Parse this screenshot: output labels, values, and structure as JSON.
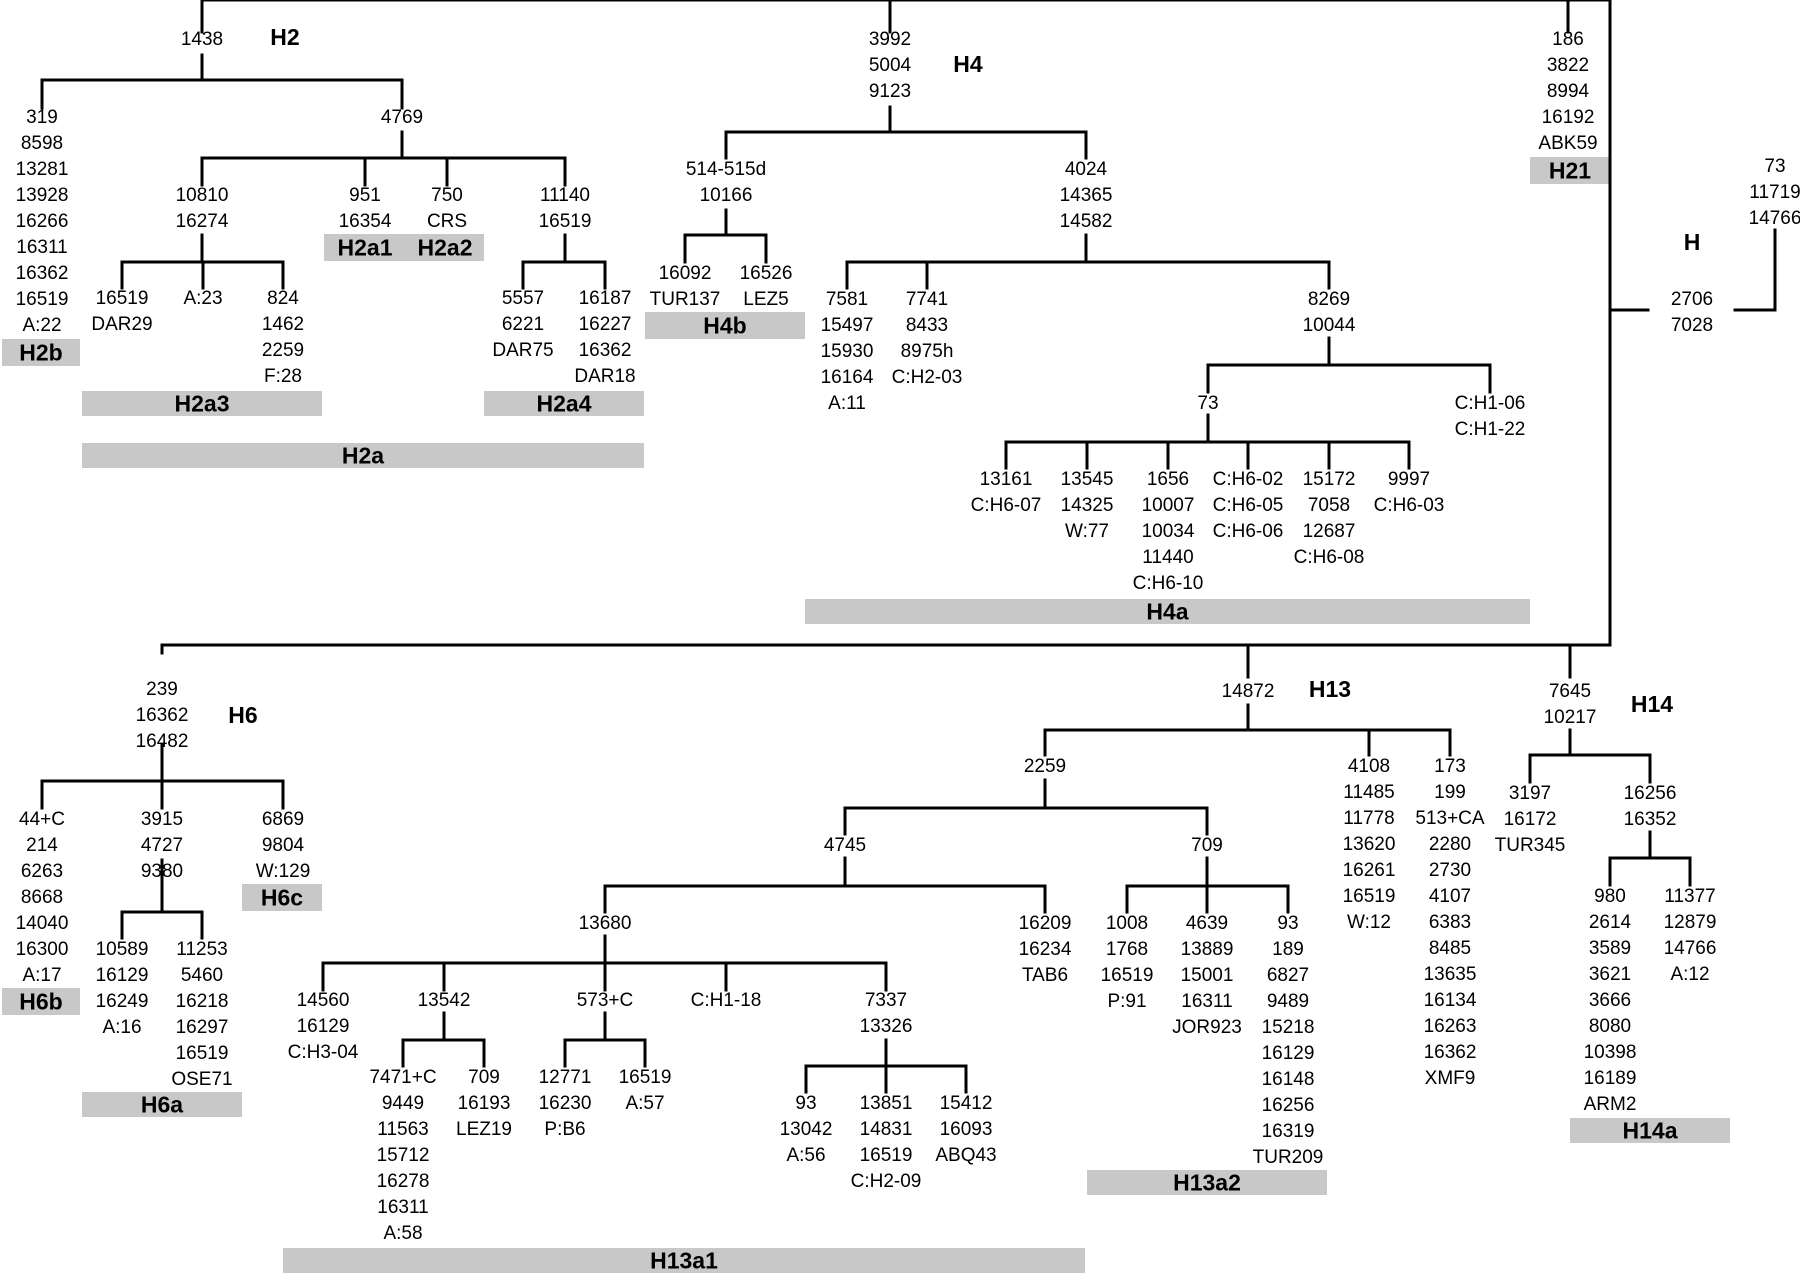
{
  "clades": {
    "H2": "H2",
    "H4": "H4",
    "H21": "H21",
    "H": "H",
    "H6": "H6",
    "H13": "H13",
    "H14": "H14",
    "H2b": "H2b",
    "H2a1": "H2a1",
    "H2a2": "H2a2",
    "H2a3": "H2a3",
    "H2a4": "H2a4",
    "H2a": "H2a",
    "H4b": "H4b",
    "H4a": "H4a",
    "H6b": "H6b",
    "H6a": "H6a",
    "H6c": "H6c",
    "H13a1": "H13a1",
    "H13a2": "H13a2",
    "H14a": "H14a"
  },
  "nodes": {
    "h2_root": [
      "1438"
    ],
    "h2b": [
      "319",
      "8598",
      "13281",
      "13928",
      "16266",
      "16311",
      "16362",
      "16519",
      "A:22"
    ],
    "h2a": [
      "4769"
    ],
    "h2a3_base": [
      "10810",
      "16274"
    ],
    "h2a3_l1": [
      "16519",
      "DAR29"
    ],
    "h2a3_l2": [
      "A:23"
    ],
    "h2a3_l3": [
      "824",
      "1462",
      "2259",
      "F:28"
    ],
    "h2a1": [
      "951",
      "16354"
    ],
    "h2a2": [
      "750",
      "CRS"
    ],
    "h2a4_base": [
      "11140",
      "16519"
    ],
    "h2a4_l1": [
      "5557",
      "6221",
      "DAR75"
    ],
    "h2a4_l2": [
      "16187",
      "16227",
      "16362",
      "DAR18"
    ],
    "h4_root": [
      "3992",
      "5004",
      "9123"
    ],
    "h4b_base": [
      "514-515d",
      "10166"
    ],
    "h4b_l1": [
      "16092",
      "TUR137"
    ],
    "h4b_l2": [
      "16526",
      "LEZ5"
    ],
    "h4a_base": [
      "4024",
      "14365",
      "14582"
    ],
    "h4a_l1": [
      "7581",
      "15497",
      "15930",
      "16164",
      "A:11"
    ],
    "h4a_l2": [
      "7741",
      "8433",
      "8975h",
      "C:H2-03"
    ],
    "h4a_8269": [
      "8269",
      "10044"
    ],
    "h4a_73": [
      "73"
    ],
    "h4a_c1": [
      "C:H1-06",
      "C:H1-22"
    ],
    "h4a_g1": [
      "13161",
      "C:H6-07"
    ],
    "h4a_g2": [
      "13545",
      "14325",
      "W:77"
    ],
    "h4a_g3": [
      "1656",
      "10007",
      "10034",
      "11440",
      "C:H6-10"
    ],
    "h4a_g4": [
      "C:H6-02",
      "C:H6-05",
      "C:H6-06"
    ],
    "h4a_g5": [
      "15172",
      "7058",
      "12687",
      "C:H6-08"
    ],
    "h4a_g6": [
      "9997",
      "C:H6-03"
    ],
    "h21": [
      "186",
      "3822",
      "8994",
      "16192",
      "ABK59"
    ],
    "h_root": [
      "2706",
      "7028"
    ],
    "out": [
      "73",
      "11719",
      "14766"
    ],
    "h6_root": [
      "239",
      "16362",
      "16482"
    ],
    "h6b": [
      "44+C",
      "214",
      "6263",
      "8668",
      "14040",
      "16300",
      "A:17"
    ],
    "h6a_base": [
      "3915",
      "4727",
      "9380"
    ],
    "h6a_l1": [
      "10589",
      "16129",
      "16249",
      "A:16"
    ],
    "h6a_l2": [
      "11253",
      "5460",
      "16218",
      "16297",
      "16519",
      "OSE71"
    ],
    "h6c": [
      "6869",
      "9804",
      "W:129"
    ],
    "h13_root": [
      "14872"
    ],
    "h13_2259": [
      "2259"
    ],
    "h13_4745": [
      "4745"
    ],
    "h13_13680": [
      "13680"
    ],
    "h13_16209": [
      "16209",
      "16234",
      "TAB6"
    ],
    "h13_14560": [
      "14560",
      "16129",
      "C:H3-04"
    ],
    "h13_13542": [
      "13542"
    ],
    "h13_7471": [
      "7471+C",
      "9449",
      "11563",
      "15712",
      "16278",
      "16311",
      "A:58"
    ],
    "h13_709b": [
      "709",
      "16193",
      "LEZ19"
    ],
    "h13_573": [
      "573+C"
    ],
    "h13_12771": [
      "12771",
      "16230",
      "P:B6"
    ],
    "h13_16519": [
      "16519",
      "A:57"
    ],
    "h13_ch118": [
      "C:H1-18"
    ],
    "h13_7337": [
      "7337",
      "13326"
    ],
    "h13_93a": [
      "93",
      "13042",
      "A:56"
    ],
    "h13_13851": [
      "13851",
      "14831",
      "16519",
      "C:H2-09"
    ],
    "h13_15412": [
      "15412",
      "16093",
      "ABQ43"
    ],
    "h13_709": [
      "709"
    ],
    "h13_1008": [
      "1008",
      "1768",
      "16519",
      "P:91"
    ],
    "h13_4639": [
      "4639",
      "13889",
      "15001",
      "16311",
      "JOR923"
    ],
    "h13_93b": [
      "93",
      "189",
      "6827",
      "9489",
      "15218",
      "16129",
      "16148",
      "16256",
      "16319",
      "TUR209"
    ],
    "h13_4108": [
      "4108",
      "11485",
      "11778",
      "13620",
      "16261",
      "16519",
      "W:12"
    ],
    "h13_173": [
      "173",
      "199",
      "513+CA",
      "2280",
      "2730",
      "4107",
      "6383",
      "8485",
      "13635",
      "16134",
      "16263",
      "16362",
      "XMF9"
    ],
    "h14_root": [
      "7645",
      "10217"
    ],
    "h14_3197": [
      "3197",
      "16172",
      "TUR345"
    ],
    "h14a_base": [
      "16256",
      "16352"
    ],
    "h14a_980": [
      "980",
      "2614",
      "3589",
      "3621",
      "3666",
      "8080",
      "10398",
      "16189",
      "ARM2"
    ],
    "h14a_11377": [
      "11377",
      "12879",
      "14766",
      "A:12"
    ]
  }
}
